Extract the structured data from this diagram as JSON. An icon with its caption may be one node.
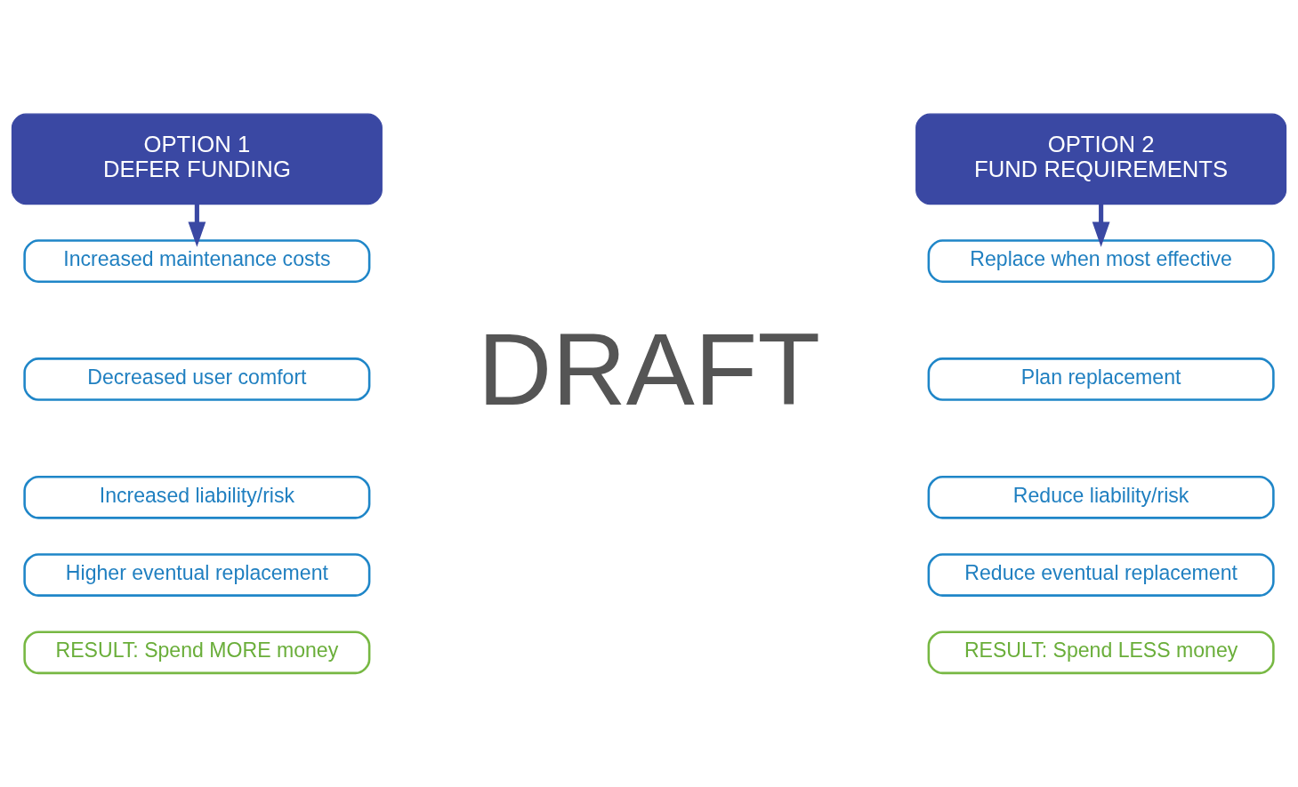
{
  "diagram": {
    "nodes": [
      {
        "text": [
          "OPTION 1",
          "DEFER FUNDING"
        ]
      },
      {
        "text": [
          "Increased maintenance costs"
        ]
      },
      {
        "text": [
          "Decreased user comfort"
        ]
      },
      {
        "text": [
          "Increased liability/risk"
        ]
      },
      {
        "text": [
          "Higher eventual replacement"
        ]
      },
      {
        "text": [
          "RESULT: Spend MORE money"
        ]
      },
      {
        "text": [
          "OPTION 2",
          "FUND REQUIREMENTS"
        ]
      },
      {
        "text": [
          "Replace when most effective"
        ]
      },
      {
        "text": [
          "Plan replacement"
        ]
      },
      {
        "text": [
          "Reduce liability/risk"
        ]
      },
      {
        "text": [
          "Reduce eventual replacement"
        ]
      },
      {
        "text": [
          "RESULT: Spend LESS money"
        ]
      }
    ],
    "edges": [
      {
        "from": 0,
        "to": 1,
        "arrow": "to"
      },
      {
        "from": 6,
        "to": 7,
        "arrow": "to"
      }
    ],
    "labels": [
      "DRAFT"
    ]
  }
}
